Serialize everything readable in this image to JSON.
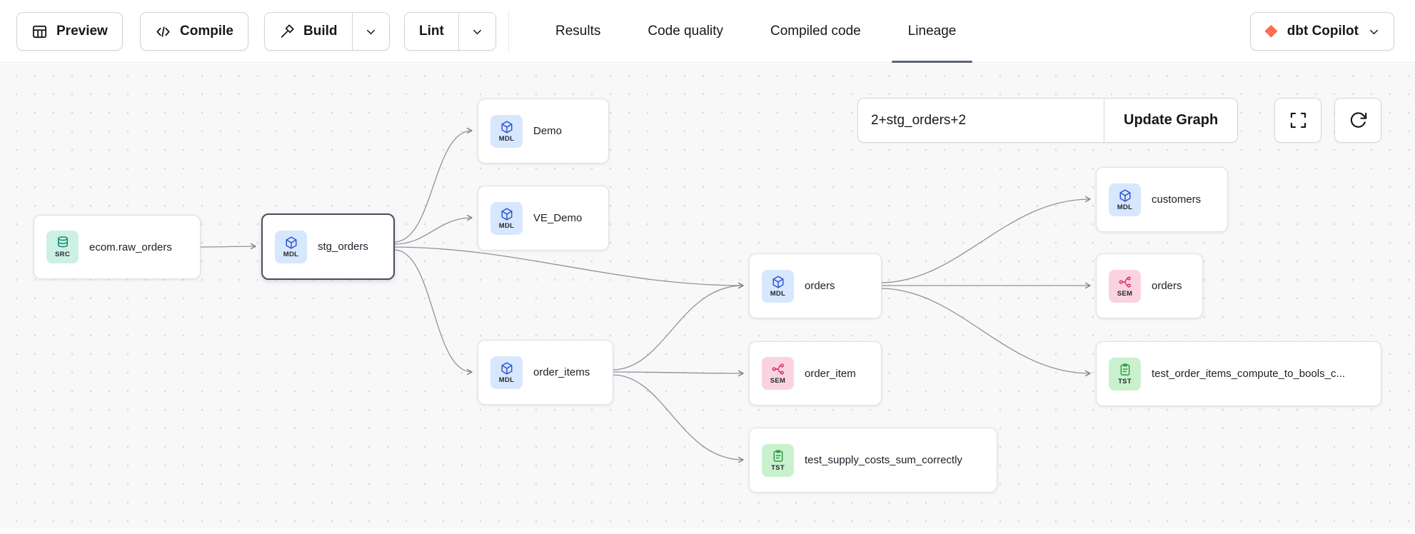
{
  "toolbar": {
    "preview_label": "Preview",
    "compile_label": "Compile",
    "build_label": "Build",
    "lint_label": "Lint"
  },
  "tabs": [
    {
      "label": "Results",
      "active": false
    },
    {
      "label": "Code quality",
      "active": false
    },
    {
      "label": "Compiled code",
      "active": false
    },
    {
      "label": "Lineage",
      "active": true
    }
  ],
  "copilot": {
    "label": "dbt Copilot"
  },
  "graph_controls": {
    "selector_value": "2+stg_orders+2",
    "update_button_label": "Update Graph"
  },
  "graph": {
    "nodes": [
      {
        "id": "ecom_raw_orders",
        "kind": "SRC",
        "label": "ecom.raw_orders",
        "selected": false
      },
      {
        "id": "stg_orders",
        "kind": "MDL",
        "label": "stg_orders",
        "selected": true
      },
      {
        "id": "demo",
        "kind": "MDL",
        "label": "Demo",
        "selected": false
      },
      {
        "id": "ve_demo",
        "kind": "MDL",
        "label": "VE_Demo",
        "selected": false
      },
      {
        "id": "orders_model",
        "kind": "MDL",
        "label": "orders",
        "selected": false
      },
      {
        "id": "order_items",
        "kind": "MDL",
        "label": "order_items",
        "selected": false
      },
      {
        "id": "customers",
        "kind": "MDL",
        "label": "customers",
        "selected": false
      },
      {
        "id": "orders_semantic",
        "kind": "SEM",
        "label": "orders",
        "selected": false
      },
      {
        "id": "order_item",
        "kind": "SEM",
        "label": "order_item",
        "selected": false
      },
      {
        "id": "test_order_items",
        "kind": "TST",
        "label": "test_order_items_compute_to_bools_c...",
        "selected": false
      },
      {
        "id": "test_supply",
        "kind": "TST",
        "label": "test_supply_costs_sum_correctly",
        "selected": false
      }
    ],
    "edges": [
      {
        "from": "ecom_raw_orders",
        "to": "stg_orders"
      },
      {
        "from": "stg_orders",
        "to": "demo"
      },
      {
        "from": "stg_orders",
        "to": "ve_demo"
      },
      {
        "from": "stg_orders",
        "to": "orders_model"
      },
      {
        "from": "stg_orders",
        "to": "order_items"
      },
      {
        "from": "order_items",
        "to": "orders_model"
      },
      {
        "from": "order_items",
        "to": "order_item"
      },
      {
        "from": "order_items",
        "to": "test_supply"
      },
      {
        "from": "orders_model",
        "to": "customers"
      },
      {
        "from": "orders_model",
        "to": "orders_semantic"
      },
      {
        "from": "orders_model",
        "to": "test_order_items"
      }
    ]
  },
  "colors": {
    "accent_orange": "#ff694a",
    "badge_src_bg": "#cdf0e5",
    "badge_mdl_bg": "#d7e7fd",
    "badge_sem_bg": "#fbd3e0",
    "badge_tst_bg": "#c9f1cd",
    "edge": "#8d939c",
    "tab_underline": "#5b6471"
  }
}
